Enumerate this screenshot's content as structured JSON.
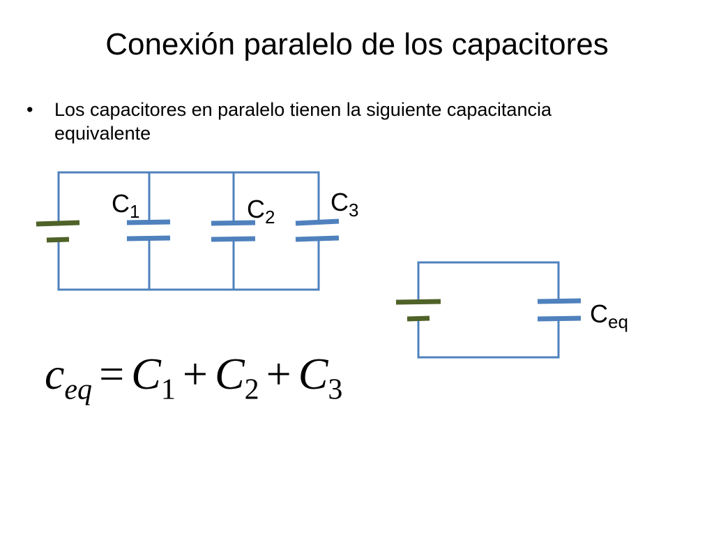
{
  "slide": {
    "title": "Conexión paralelo de los capacitores",
    "bullet_symbol": "•",
    "bullet_text": "Los capacitores en paralelo tienen la siguiente capacitancia equivalente"
  },
  "labels": {
    "c1": {
      "base": "C",
      "sub": "1"
    },
    "c2": {
      "base": "C",
      "sub": "2"
    },
    "c3": {
      "base": "C",
      "sub": "3"
    },
    "ceq": {
      "base": "C",
      "sub": "eq"
    }
  },
  "formula": {
    "lhs_base": "c",
    "lhs_sub": "eq",
    "equals": "=",
    "terms": [
      {
        "base": "C",
        "sub": "1"
      },
      {
        "base": "C",
        "sub": "2"
      },
      {
        "base": "C",
        "sub": "3"
      }
    ],
    "plus": "+"
  },
  "colors": {
    "wire": "#4f81bd",
    "capacitor_plate": "#4f81bd",
    "battery_plate": "#4f6228",
    "text": "#000000"
  }
}
